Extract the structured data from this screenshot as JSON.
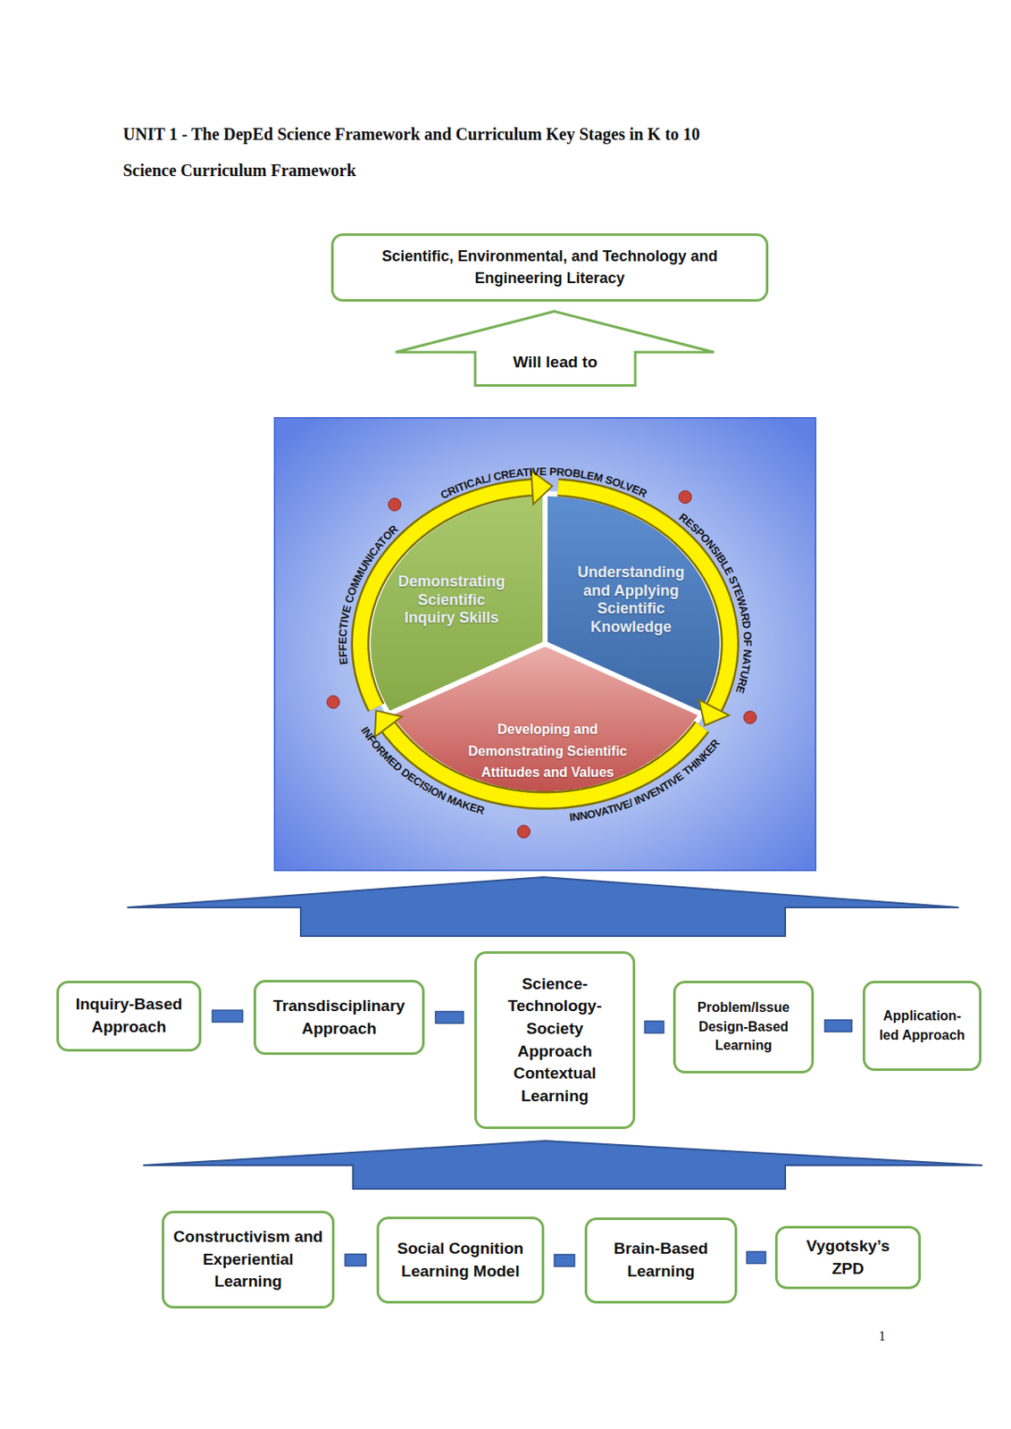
{
  "diagram": {
    "title": "UNIT 1 - The DepEd Science Framework and Curriculum Key Stages in K to 10",
    "nodes": [
      {
        "text": [
          "Scientific, Environmental, and Technology and Engineering Literacy"
        ]
      },
      {
        "text": [
          "Will lead to"
        ]
      },
      {
        "text": [
          "Demonstrating Scientific Inquiry Skills"
        ]
      },
      {
        "text": [
          "Understanding and Applying Scientific Knowledge"
        ]
      },
      {
        "text": [
          "Developing and Demonstrating Scientific Attitudes and Values"
        ]
      },
      {
        "text": [
          "Inquiry-Based Approach"
        ]
      },
      {
        "text": [
          "Transdisciplinary Approach"
        ]
      },
      {
        "text": [
          "Science-Technology-Society Approach Contextual Learning"
        ]
      },
      {
        "text": [
          "Problem/Issue Design-Based Learning"
        ]
      },
      {
        "text": [
          "Application-led Approach"
        ]
      },
      {
        "text": [
          "Constructivism and Experiential Learning"
        ]
      },
      {
        "text": [
          "Social Cognition Learning Model"
        ]
      },
      {
        "text": [
          "Brain-Based Learning"
        ]
      },
      {
        "text": [
          "Vygotsky’s ZPD"
        ]
      }
    ],
    "edges": [
      {
        "from": 5,
        "to": 6,
        "arrow": "none"
      },
      {
        "from": 6,
        "to": 7,
        "arrow": "none"
      },
      {
        "from": 7,
        "to": 8,
        "arrow": "none"
      },
      {
        "from": 8,
        "to": 9,
        "arrow": "none"
      },
      {
        "from": 10,
        "to": 11,
        "arrow": "none"
      },
      {
        "from": 11,
        "to": 12,
        "arrow": "none"
      },
      {
        "from": 12,
        "to": 13,
        "arrow": "none"
      }
    ],
    "labels": [
      "Science Curriculum Framework",
      "CRITICAL/ CREATIVE PROBLEM SOLVER",
      "RESPONSIBLE STEWARD OF NATURE",
      "INNOVATIVE/ INVENTIVE THINKER",
      "INFORMED DECISION MAKER",
      "EFFECTIVE COMMUNICATOR",
      "1"
    ]
  }
}
